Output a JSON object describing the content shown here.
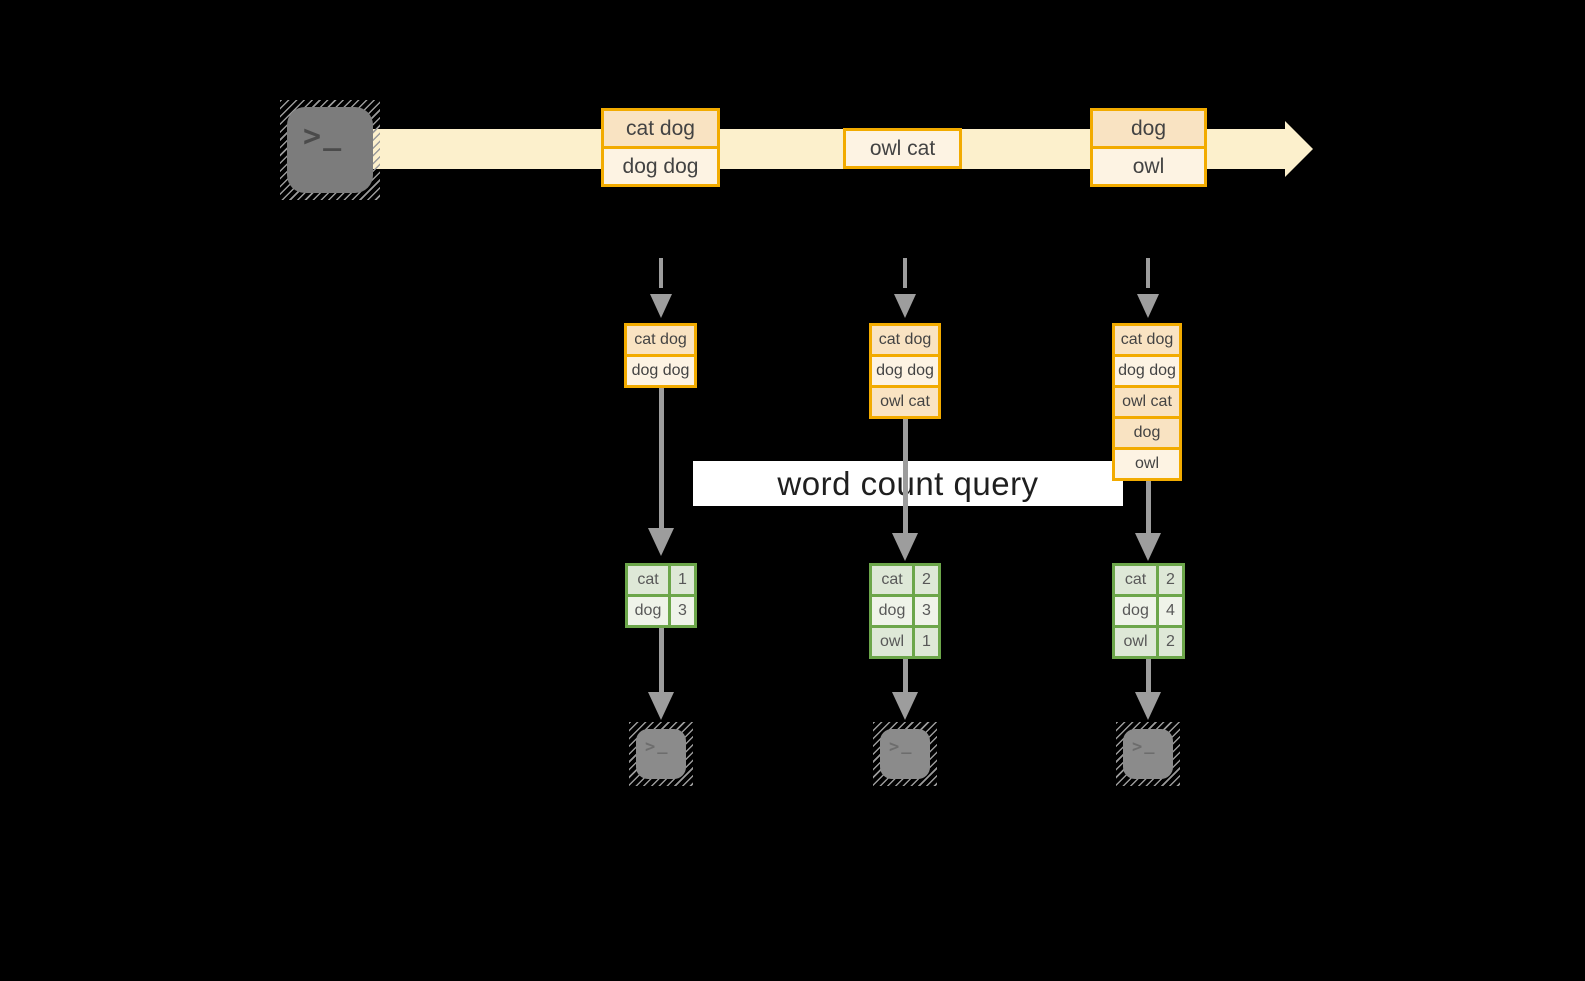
{
  "colors": {
    "background": "#000000",
    "stream_band": "#fcf0cc",
    "box_border": "#f2ab00",
    "cell_dark": "#f9e3c2",
    "cell_light": "#fdf3e3",
    "table_border": "#6ca64a",
    "table_row_dark": "#dee8d7",
    "table_row_light": "#eff3e9",
    "arrow_gray": "#9d9d9d",
    "label_bg": "#ffffff",
    "terminal_fill_src": "#7c7c7c",
    "terminal_fill_out": "#8b8b8b",
    "text_dark": "#1f1f1f",
    "text_cell": "#434343",
    "text_table": "#585858"
  },
  "terminal_icon": {
    "prompt": ">",
    "cursor": "_"
  },
  "query_label": "word count query",
  "stream": {
    "messages": [
      {
        "rows": [
          {
            "text": "cat dog",
            "shade": "dark"
          },
          {
            "text": "dog dog",
            "shade": "light"
          }
        ]
      },
      {
        "rows": [
          {
            "text": "owl cat",
            "shade": "light"
          }
        ]
      },
      {
        "rows": [
          {
            "text": "dog",
            "shade": "dark"
          },
          {
            "text": "owl",
            "shade": "light"
          }
        ]
      }
    ]
  },
  "columns": [
    {
      "buffer_rows": [
        {
          "text": "cat dog",
          "shade": "dark"
        },
        {
          "text": "dog dog",
          "shade": "light"
        }
      ],
      "count_rows": [
        {
          "word": "cat",
          "count": "1",
          "shade": "dark"
        },
        {
          "word": "dog",
          "count": "3",
          "shade": "light"
        }
      ]
    },
    {
      "buffer_rows": [
        {
          "text": "cat dog",
          "shade": "dark"
        },
        {
          "text": "dog dog",
          "shade": "light"
        },
        {
          "text": "owl cat",
          "shade": "dark"
        }
      ],
      "count_rows": [
        {
          "word": "cat",
          "count": "2",
          "shade": "dark"
        },
        {
          "word": "dog",
          "count": "3",
          "shade": "light"
        },
        {
          "word": "owl",
          "count": "1",
          "shade": "dark"
        }
      ]
    },
    {
      "buffer_rows": [
        {
          "text": "cat dog",
          "shade": "dark"
        },
        {
          "text": "dog dog",
          "shade": "light"
        },
        {
          "text": "owl cat",
          "shade": "dark"
        },
        {
          "text": "dog",
          "shade": "dark"
        },
        {
          "text": "owl",
          "shade": "light"
        }
      ],
      "count_rows": [
        {
          "word": "cat",
          "count": "2",
          "shade": "dark"
        },
        {
          "word": "dog",
          "count": "4",
          "shade": "light"
        },
        {
          "word": "owl",
          "count": "2",
          "shade": "dark"
        }
      ]
    }
  ]
}
